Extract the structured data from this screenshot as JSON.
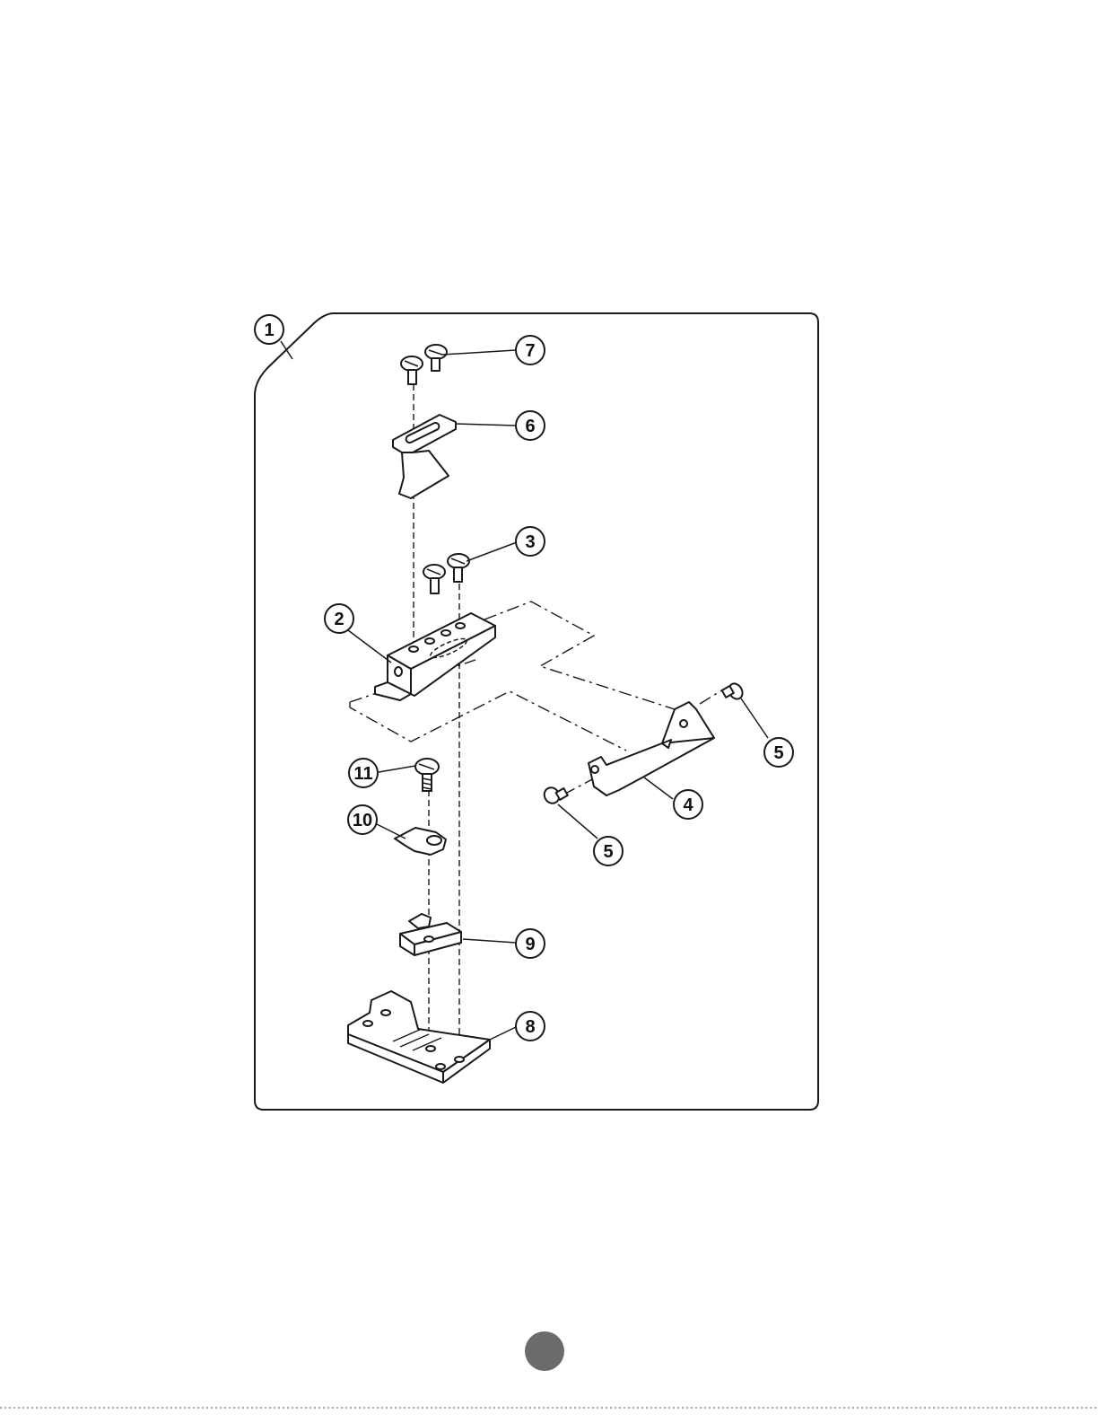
{
  "callouts": {
    "c1": "1",
    "c2": "2",
    "c3": "3",
    "c4": "4",
    "c5a": "5",
    "c5b": "5",
    "c6": "6",
    "c7": "7",
    "c8": "8",
    "c9": "9",
    "c10": "10",
    "c11": "11"
  },
  "colors": {
    "ink": "#1a1a1a",
    "page_marker": "#6b6b6b"
  }
}
